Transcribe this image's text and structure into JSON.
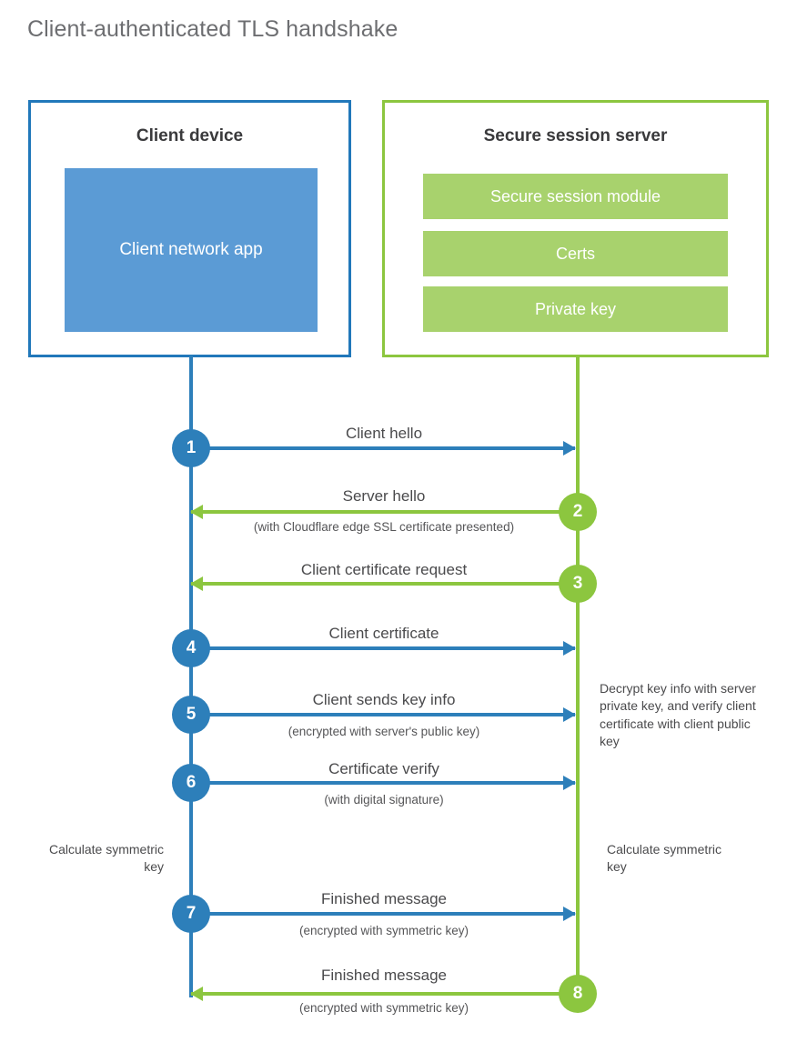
{
  "title": "Client-authenticated TLS handshake",
  "colors": {
    "client_border": "#2178ba",
    "client_fill": "#5b9bd5",
    "server_border": "#8cc63f",
    "server_fill": "#a8d26d",
    "client_line": "#2d7fba",
    "server_line": "#8cc63f",
    "title_text": "#6d6e71",
    "body_text": "#4a4a4c"
  },
  "client": {
    "title": "Client device",
    "app_label": "Client network app"
  },
  "server": {
    "title": "Secure session server",
    "blocks": [
      {
        "label": "Secure session module"
      },
      {
        "label": "Certs"
      },
      {
        "label": "Private key"
      }
    ]
  },
  "steps": [
    {
      "number": "1",
      "label": "Client hello",
      "sublabel": "",
      "direction": "client-to-server",
      "color": "blue"
    },
    {
      "number": "2",
      "label": "Server hello",
      "sublabel": "(with Cloudflare edge SSL certificate presented)",
      "direction": "server-to-client",
      "color": "green"
    },
    {
      "number": "3",
      "label": "Client certificate request",
      "sublabel": "",
      "direction": "server-to-client",
      "color": "green"
    },
    {
      "number": "4",
      "label": "Client certificate",
      "sublabel": "",
      "direction": "client-to-server",
      "color": "blue"
    },
    {
      "number": "5",
      "label": "Client sends key info",
      "sublabel": "(encrypted with server's public key)",
      "direction": "client-to-server",
      "color": "blue"
    },
    {
      "number": "6",
      "label": "Certificate verify",
      "sublabel": "(with digital signature)",
      "direction": "client-to-server",
      "color": "blue"
    },
    {
      "number": "7",
      "label": "Finished message",
      "sublabel": "(encrypted with symmetric key)",
      "direction": "client-to-server",
      "color": "blue"
    },
    {
      "number": "8",
      "label": "Finished message",
      "sublabel": "(encrypted with symmetric key)",
      "direction": "server-to-client",
      "color": "green"
    }
  ],
  "annotations": {
    "server_decrypt_note": "Decrypt key info with server private key, and verify client certificate with client public key",
    "client_calculate_note": "Calculate symmetric key",
    "server_calculate_note": "Calculate symmetric key"
  }
}
